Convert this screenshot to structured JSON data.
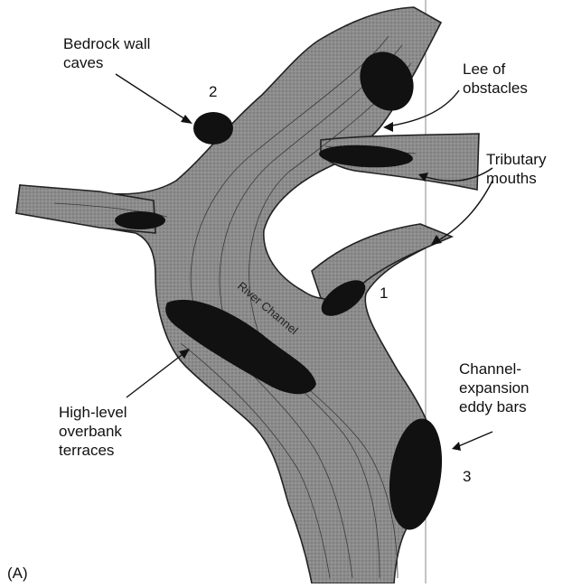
{
  "labels": {
    "bedrock_wall_caves": "Bedrock wall\ncaves",
    "lee_of_obstacles": "Lee of\nobstacles",
    "tributary_mouths": "Tributary\nmouths",
    "high_level_terraces": "High-level\noverbank\nterraces",
    "channel_expansion": "Channel-\nexpansion\neddy bars",
    "river_channel": "River Channel",
    "panel": "(A)"
  },
  "site_numbers": {
    "one": "1",
    "two": "2",
    "three": "3"
  },
  "colors": {
    "channel_fill": "#8f8f8f",
    "deposit": "#111111",
    "ink": "#111111"
  }
}
